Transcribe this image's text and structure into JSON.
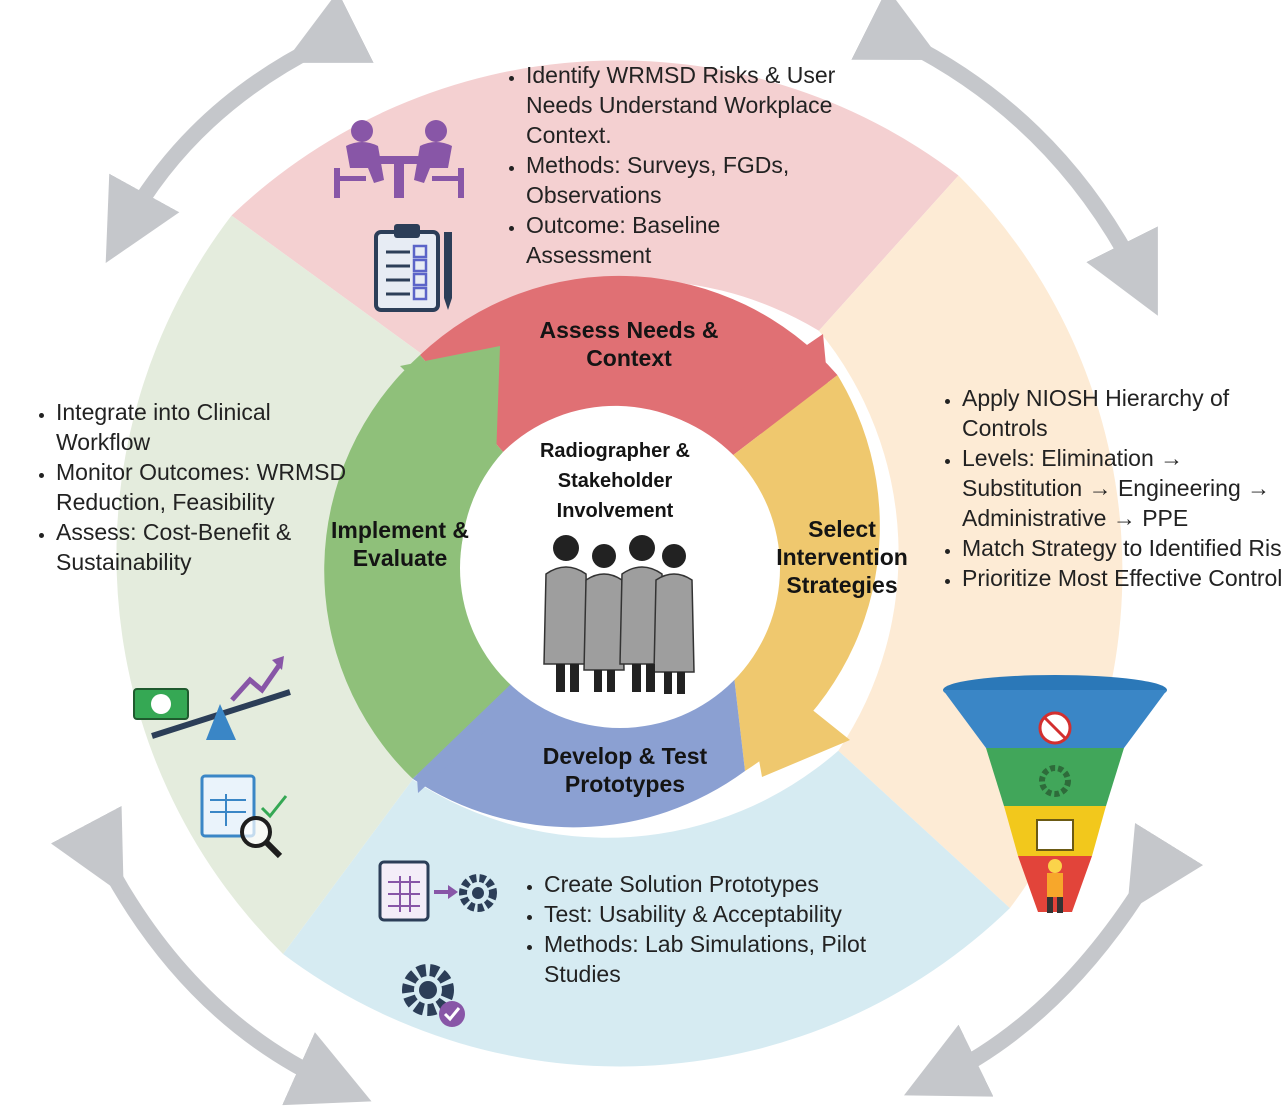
{
  "center": {
    "label": "Radiographer & Stakeholder Involvement"
  },
  "stages": {
    "assess": {
      "label": "Assess Needs & Context",
      "color": "#e07074",
      "bg_color": "#f4d0d1",
      "bullets": [
        "Identify WRMSD Risks & User Needs  Understand Workplace Context.",
        "Methods: Surveys, FGDs, Observations",
        "Outcome: Baseline Assessment"
      ]
    },
    "select": {
      "label": "Select Intervention Strategies",
      "color": "#efc86e",
      "bg_color": "#fdebd5",
      "bullets": [
        "Apply NIOSH Hierarchy of Controls",
        "Levels: Elimination → Substitution → Engineering → Administrative → PPE",
        "Match Strategy to Identified Risks",
        "Prioritize Most Effective Controls"
      ]
    },
    "develop": {
      "label": "Develop & Test Prototypes",
      "color": "#8ba0d2",
      "bg_color": "#d6ebf2",
      "bullets": [
        "Create Solution Prototypes",
        "Test: Usability & Acceptability",
        "Methods: Lab Simulations, Pilot Studies"
      ]
    },
    "implement": {
      "label": "Implement & Evaluate",
      "color": "#8fc07a",
      "bg_color": "#e4ecdd",
      "bullets": [
        "Integrate into Clinical Workflow",
        "Monitor Outcomes: WRMSD Reduction, Feasibility",
        "Assess: Cost-Benefit & Sustainability"
      ]
    }
  },
  "icons": {
    "meeting": "meeting-icon",
    "clipboard": "clipboard-checklist-icon",
    "people": "radiographers-group-icon",
    "funnel": "hierarchy-of-controls-funnel-icon",
    "spreadsheet_to_gear": "spreadsheet-to-gear-icon",
    "gear_check": "gear-check-icon",
    "cost_balance": "cost-benefit-balance-icon",
    "report_search": "report-search-icon"
  },
  "colors": {
    "outer_arrows": "#c5c7cb"
  }
}
